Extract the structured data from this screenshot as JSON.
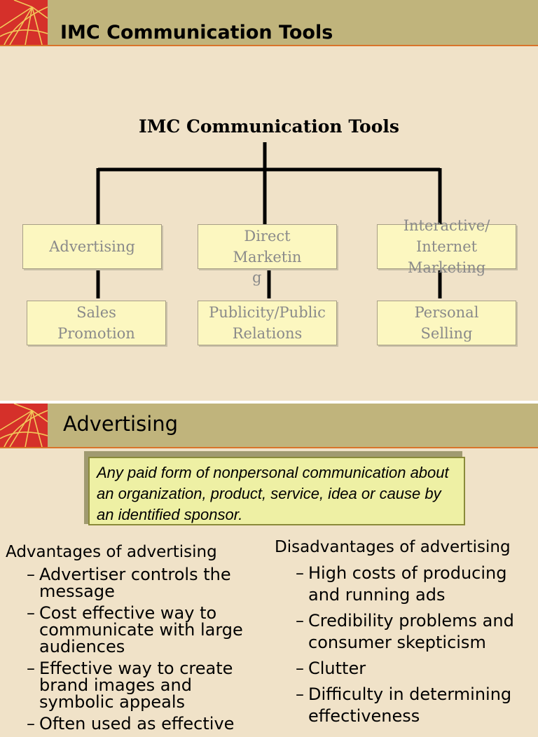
{
  "slide1": {
    "header_title": "IMC Communication Tools",
    "chart_title": "IMC Communication Tools",
    "boxes": {
      "advertising": [
        "Advertising"
      ],
      "direct_marketing": [
        "Direct",
        "Marketin"
      ],
      "direct_marketing_overflow": "g",
      "interactive": [
        "Interactive/",
        "Internet Marketing"
      ],
      "sales_promotion": [
        "Sales",
        "Promotion"
      ],
      "publicity": [
        "Publicity/Public",
        "Relations"
      ],
      "personal_selling": [
        "Personal",
        "Selling"
      ]
    }
  },
  "slide2": {
    "header_title": "Advertising",
    "definition": "Any paid form of nonpersonal communication about an organization, product, service, idea or cause by an identified sponsor.",
    "advantages": {
      "title": "Advantages of advertising",
      "items": [
        "Advertiser controls the message",
        "Cost effective way to communicate with large audiences",
        "Effective way to create brand images and symbolic appeals",
        "Often used as effective"
      ]
    },
    "disadvantages": {
      "title": "Disadvantages of advertising",
      "items": [
        "High costs of producing and running ads",
        "Credibility problems and consumer skepticism",
        "Clutter",
        "Difficulty in determining effectiveness"
      ]
    }
  },
  "colors": {
    "background": "#f0e2c8",
    "header": "#c0b47c",
    "header_rule": "#d9742a",
    "logo_red": "#d5302a",
    "box_fill": "#fcf7c0",
    "box_text": "#8a8a8a",
    "definition_fill": "#eef0a4"
  },
  "bullet_marker": "–"
}
